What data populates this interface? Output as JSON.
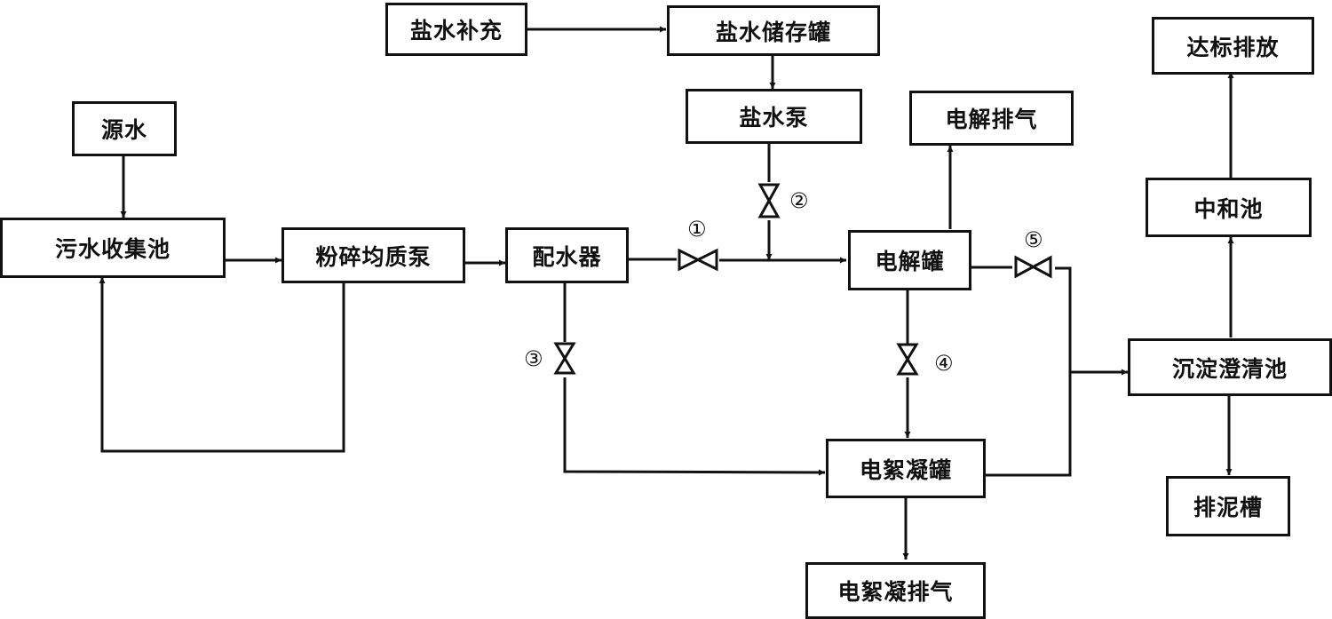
{
  "diagram": {
    "title": "",
    "nodes": {
      "brine_supply": "盐水补充",
      "brine_storage": "盐水储存罐",
      "brine_pump": "盐水泵",
      "source_water": "源水",
      "sewage_pool": "污水收集池",
      "crush_pump": "粉碎均质泵",
      "distributor": "配水器",
      "electrolysis_tank": "电解罐",
      "electrolysis_exhaust": "电解排气",
      "electroflocc_tank": "电絮凝罐",
      "electroflocc_exhaust": "电絮凝排气",
      "settling_pool": "沉淀澄清池",
      "neutral_pool": "中和池",
      "discharge": "达标排放",
      "sludge_tank": "排泥槽"
    },
    "valves": {
      "v1": "①",
      "v2": "②",
      "v3": "③",
      "v4": "④",
      "v5": "⑤"
    },
    "edges": [
      {
        "from": "brine_supply",
        "to": "brine_storage"
      },
      {
        "from": "brine_storage",
        "to": "brine_pump"
      },
      {
        "from": "brine_pump",
        "to": "electrolysis_tank",
        "via": "v2"
      },
      {
        "from": "source_water",
        "to": "sewage_pool"
      },
      {
        "from": "sewage_pool",
        "to": "crush_pump"
      },
      {
        "from": "crush_pump",
        "to": "sewage_pool",
        "note": "recirculation"
      },
      {
        "from": "crush_pump",
        "to": "distributor"
      },
      {
        "from": "distributor",
        "to": "electrolysis_tank",
        "via": "v1"
      },
      {
        "from": "distributor",
        "to": "electroflocc_tank",
        "via": "v3"
      },
      {
        "from": "electrolysis_tank",
        "to": "electrolysis_exhaust"
      },
      {
        "from": "electrolysis_tank",
        "to": "electroflocc_tank",
        "via": "v4"
      },
      {
        "from": "electrolysis_tank",
        "to": "settling_pool",
        "via": "v5"
      },
      {
        "from": "electroflocc_tank",
        "to": "settling_pool"
      },
      {
        "from": "electroflocc_tank",
        "to": "electroflocc_exhaust"
      },
      {
        "from": "settling_pool",
        "to": "neutral_pool"
      },
      {
        "from": "neutral_pool",
        "to": "discharge"
      },
      {
        "from": "settling_pool",
        "to": "sludge_tank"
      }
    ]
  }
}
